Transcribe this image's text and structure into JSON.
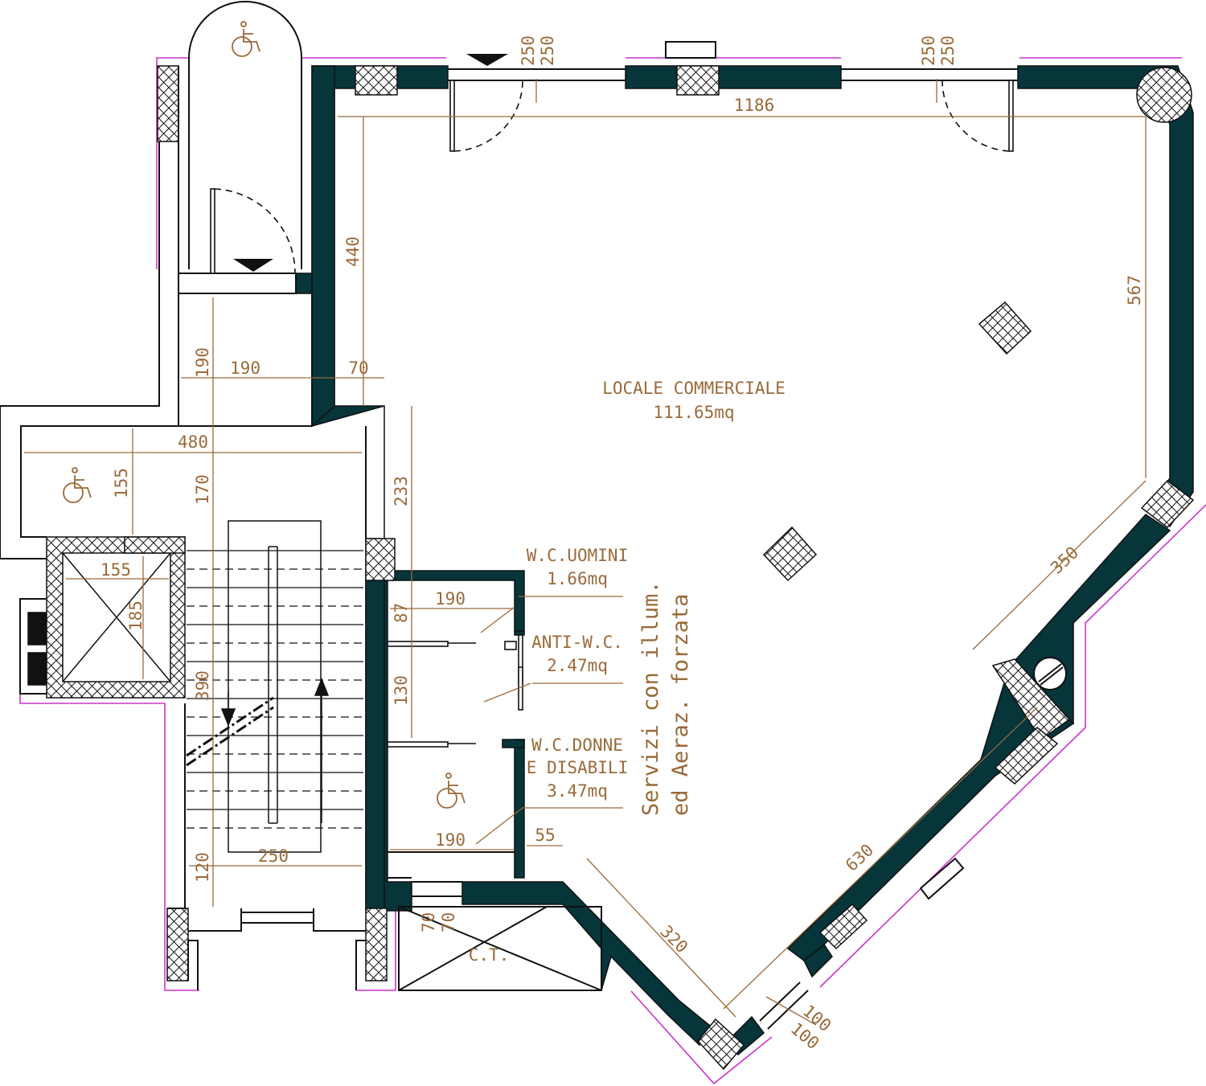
{
  "colors": {
    "wall": "#06353a",
    "line": "#111111",
    "dimension": "#9a6a3a",
    "text": "#9a6a3a",
    "outline": "#cc33cc",
    "hatch": "#111111"
  },
  "rooms": {
    "main_name": "LOCALE COMMERCIALE",
    "main_area": "111.65mq",
    "wc_men_name": "W.C.UOMINI",
    "wc_men_area": "1.66mq",
    "anti_wc_name": "ANTI-W.C.",
    "anti_wc_area": "2.47mq",
    "wc_women_line1": "W.C.DONNE",
    "wc_women_line2": "E DISABILI",
    "wc_women_area": "3.47mq",
    "services_line1": "Servizi con illum.",
    "services_line2": "ed Aeraz. forzata",
    "boiler_room": "C.T."
  },
  "dimensions": {
    "top_door_left_a": "250",
    "top_door_left_b": "250",
    "top_door_right_a": "250",
    "top_door_right_b": "250",
    "overall_width": "1186",
    "left_wall_upper": "440",
    "right_wall": "567",
    "corridor_height": "190",
    "corridor_width": "190",
    "corridor_offset": "70",
    "lobby_width": "480",
    "lobby_depth": "155",
    "stair_upper": "170",
    "left_wall_lower": "233",
    "elevator_width": "155",
    "elevator_depth": "185",
    "wc_men_width": "190",
    "wc_men_depth": "87",
    "stair_run": "390",
    "anti_depth": "130",
    "right_diag_upper": "350",
    "wc_women_width": "190",
    "wc_door_offset": "55",
    "stair_landing": "120",
    "stair_width": "250",
    "right_diag_lower": "630",
    "front_diag": "320",
    "ct_a": "70",
    "ct_b": "70",
    "bottom_door_a": "100",
    "bottom_door_b": "100"
  }
}
